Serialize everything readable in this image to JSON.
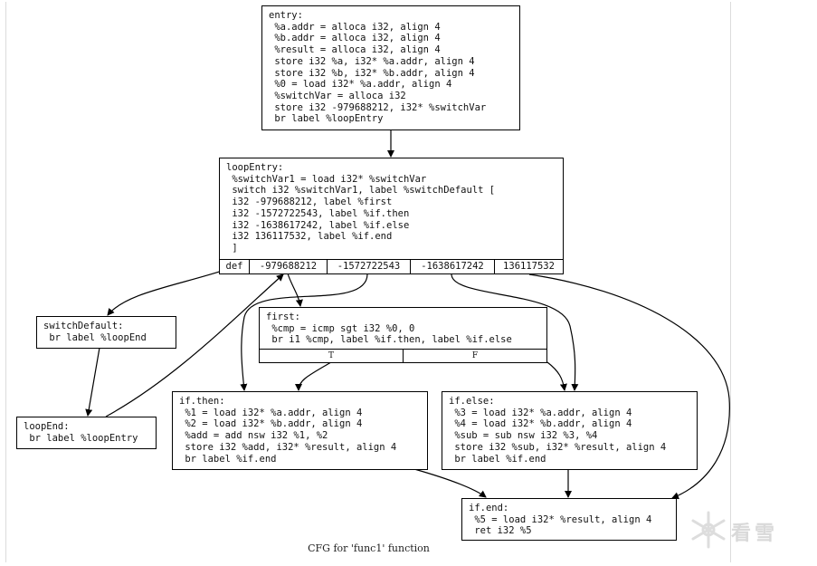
{
  "nodes": {
    "entry": {
      "lines": "entry:\n %a.addr = alloca i32, align 4\n %b.addr = alloca i32, align 4\n %result = alloca i32, align 4\n store i32 %a, i32* %a.addr, align 4\n store i32 %b, i32* %b.addr, align 4\n %0 = load i32* %a.addr, align 4\n %switchVar = alloca i32\n store i32 -979688212, i32* %switchVar\n br label %loopEntry"
    },
    "loopEntry": {
      "lines": "loopEntry:\n %switchVar1 = load i32* %switchVar\n switch i32 %switchVar1, label %switchDefault [\n i32 -979688212, label %first\n i32 -1572722543, label %if.then\n i32 -1638617242, label %if.else\n i32 136117532, label %if.end\n ]",
      "ports": [
        "def",
        "-979688212",
        "-1572722543",
        "-1638617242",
        "136117532"
      ]
    },
    "switchDefault": {
      "lines": "switchDefault:\n br label %loopEnd"
    },
    "first": {
      "lines": "first:\n %cmp = icmp sgt i32 %0, 0\n br i1 %cmp, label %if.then, label %if.else",
      "ports": [
        "T",
        "F"
      ]
    },
    "loopEnd": {
      "lines": "loopEnd:\n br label %loopEntry"
    },
    "ifThen": {
      "lines": "if.then:\n %1 = load i32* %a.addr, align 4\n %2 = load i32* %b.addr, align 4\n %add = add nsw i32 %1, %2\n store i32 %add, i32* %result, align 4\n br label %if.end"
    },
    "ifElse": {
      "lines": "if.else:\n %3 = load i32* %a.addr, align 4\n %4 = load i32* %b.addr, align 4\n %sub = sub nsw i32 %3, %4\n store i32 %sub, i32* %result, align 4\n br label %if.end"
    },
    "ifEnd": {
      "lines": "if.end:\n %5 = load i32* %result, align 4\n ret i32 %5"
    }
  },
  "caption": "CFG for 'func1' function",
  "watermark": "看雪"
}
